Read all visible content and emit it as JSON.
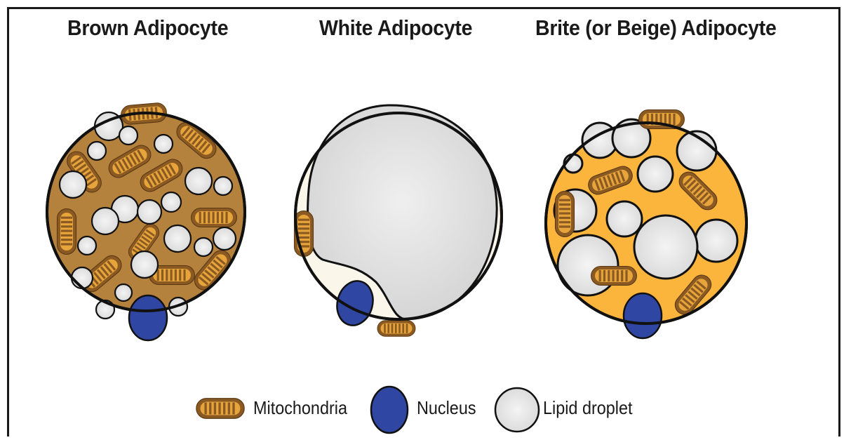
{
  "titles": {
    "brown": "Brown Adipocyte",
    "white": "White Adipocyte",
    "brite": "Brite (or Beige) Adipocyte"
  },
  "legend": {
    "mitochondria": "Mitochondria",
    "nucleus": "Nucleus",
    "lipid": "Lipid droplet"
  },
  "colors": {
    "brown_cytoplasm": "#b5823e",
    "white_cytoplasm": "#fbf6ea",
    "brite_cytoplasm": "#fbb53d",
    "mitochondria_outer": "#8b5a22",
    "mitochondria_inner": "#e6a43a",
    "nucleus": "#2f47a3",
    "lipid": "#e5e5e5",
    "outline": "#111111"
  }
}
